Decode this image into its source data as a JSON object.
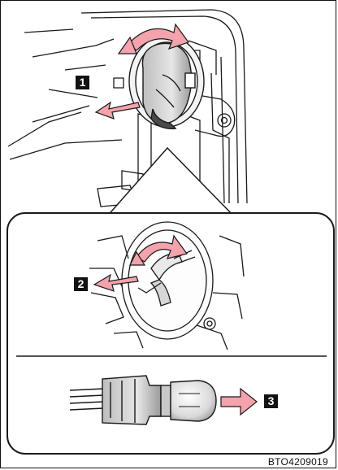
{
  "steps": {
    "step1": "1",
    "step2": "2",
    "step3": "3"
  },
  "figure_code": "BTO4209019",
  "colors": {
    "arrow_fill": "#f4a3ad",
    "line": "#1a1a1a",
    "badge": "#111111"
  },
  "icons": {
    "rotate_arrow": "curved-arrow",
    "pull_arrow": "straight-arrow"
  }
}
